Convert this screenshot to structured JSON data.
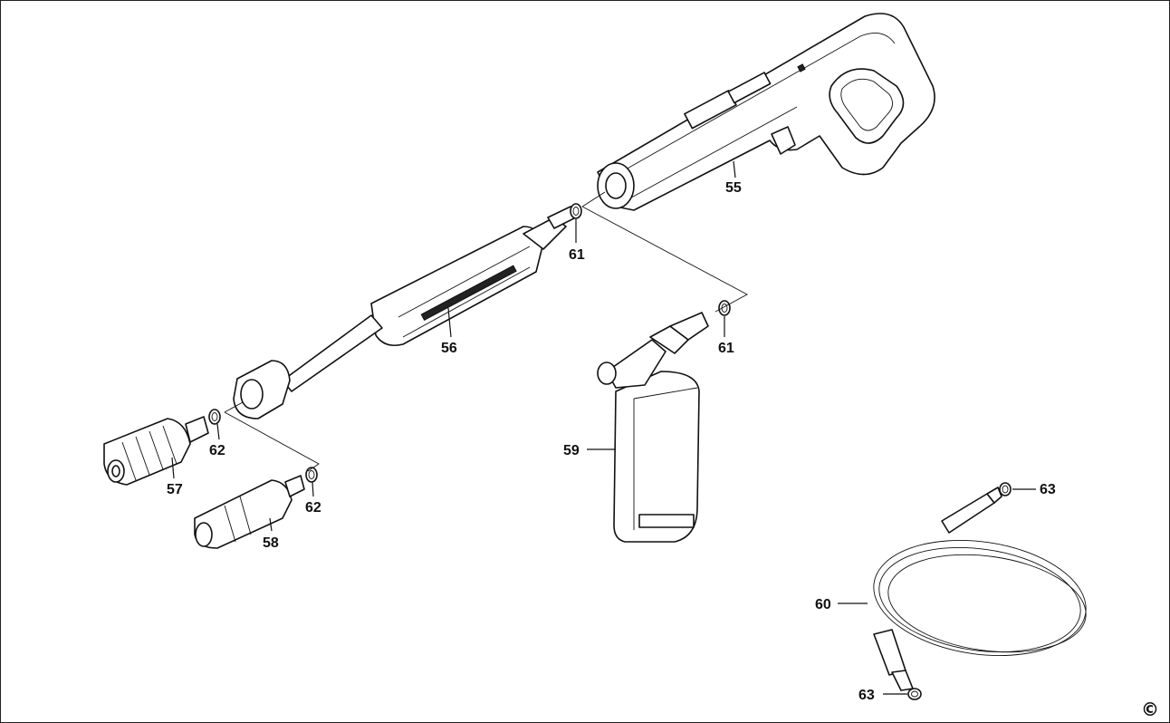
{
  "diagram": {
    "copyright": "©",
    "parts": [
      {
        "id": "55",
        "label": "55"
      },
      {
        "id": "56",
        "label": "56"
      },
      {
        "id": "57",
        "label": "57"
      },
      {
        "id": "58",
        "label": "58"
      },
      {
        "id": "59",
        "label": "59"
      },
      {
        "id": "60",
        "label": "60"
      },
      {
        "id": "61a",
        "label": "61"
      },
      {
        "id": "61b",
        "label": "61"
      },
      {
        "id": "62a",
        "label": "62"
      },
      {
        "id": "62b",
        "label": "62"
      },
      {
        "id": "63a",
        "label": "63"
      },
      {
        "id": "63b",
        "label": "63"
      }
    ]
  }
}
